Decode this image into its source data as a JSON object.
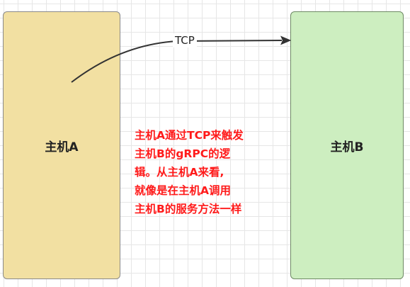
{
  "host_a": {
    "label": "主机A"
  },
  "host_b": {
    "label": "主机B"
  },
  "connection": {
    "label": "TCP"
  },
  "annotation": {
    "lines": [
      "主机A通过TCP来触发",
      "主机B的gRPC的逻",
      "辑。从主机A来看,",
      "就像是在主机A调用",
      "主机B的服务方法一样"
    ]
  },
  "colors": {
    "host_a_fill": "#f2e0a2",
    "host_b_fill": "#cdeec0",
    "annotation_text": "#ff1a1a",
    "arrow": "#333333"
  }
}
